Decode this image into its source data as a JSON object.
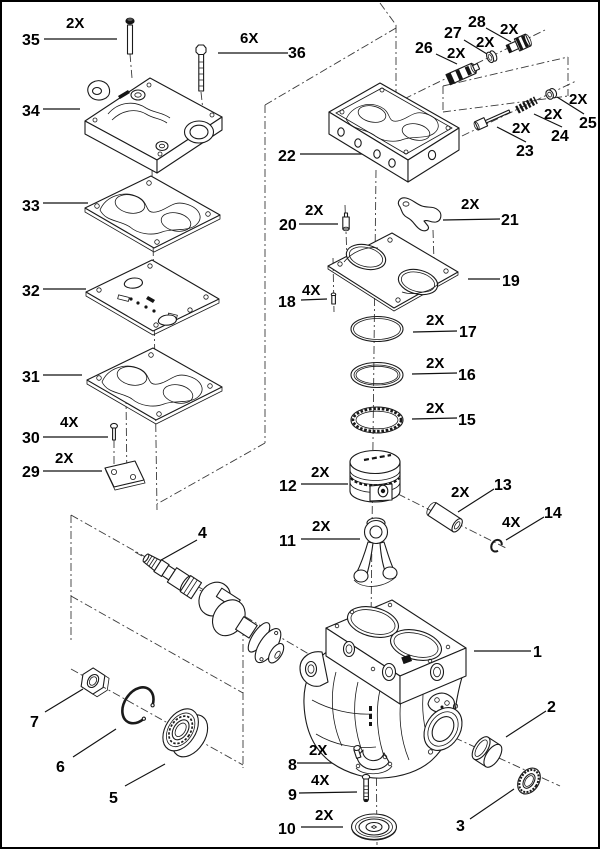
{
  "diagram": {
    "type": "exploded_parts_diagram",
    "description": "black-and-white exploded view of a twin-cylinder air compressor assembly with numbered callouts and quantity labels",
    "total_callouts": 36,
    "line_color": "#1a1a1a",
    "background_color": "#ffffff",
    "callouts": [
      {
        "ref": "1",
        "qty": ""
      },
      {
        "ref": "2",
        "qty": ""
      },
      {
        "ref": "3",
        "qty": ""
      },
      {
        "ref": "4",
        "qty": ""
      },
      {
        "ref": "5",
        "qty": ""
      },
      {
        "ref": "6",
        "qty": ""
      },
      {
        "ref": "7",
        "qty": ""
      },
      {
        "ref": "8",
        "qty": "2X"
      },
      {
        "ref": "9",
        "qty": "4X"
      },
      {
        "ref": "10",
        "qty": "2X"
      },
      {
        "ref": "11",
        "qty": "2X"
      },
      {
        "ref": "12",
        "qty": "2X"
      },
      {
        "ref": "13",
        "qty": "2X"
      },
      {
        "ref": "14",
        "qty": "4X"
      },
      {
        "ref": "15",
        "qty": "2X"
      },
      {
        "ref": "16",
        "qty": "2X"
      },
      {
        "ref": "17",
        "qty": "2X"
      },
      {
        "ref": "18",
        "qty": "4X"
      },
      {
        "ref": "19",
        "qty": ""
      },
      {
        "ref": "20",
        "qty": "2X"
      },
      {
        "ref": "21",
        "qty": "2X"
      },
      {
        "ref": "22",
        "qty": ""
      },
      {
        "ref": "23",
        "qty": "2X"
      },
      {
        "ref": "24",
        "qty": "2X"
      },
      {
        "ref": "25",
        "qty": "2X"
      },
      {
        "ref": "26",
        "qty": "2X"
      },
      {
        "ref": "27",
        "qty": "2X"
      },
      {
        "ref": "28",
        "qty": "2X"
      },
      {
        "ref": "29",
        "qty": "2X"
      },
      {
        "ref": "30",
        "qty": "4X"
      },
      {
        "ref": "31",
        "qty": ""
      },
      {
        "ref": "32",
        "qty": ""
      },
      {
        "ref": "33",
        "qty": ""
      },
      {
        "ref": "34",
        "qty": ""
      },
      {
        "ref": "35",
        "qty": "2X"
      },
      {
        "ref": "36",
        "qty": "6X"
      }
    ]
  }
}
